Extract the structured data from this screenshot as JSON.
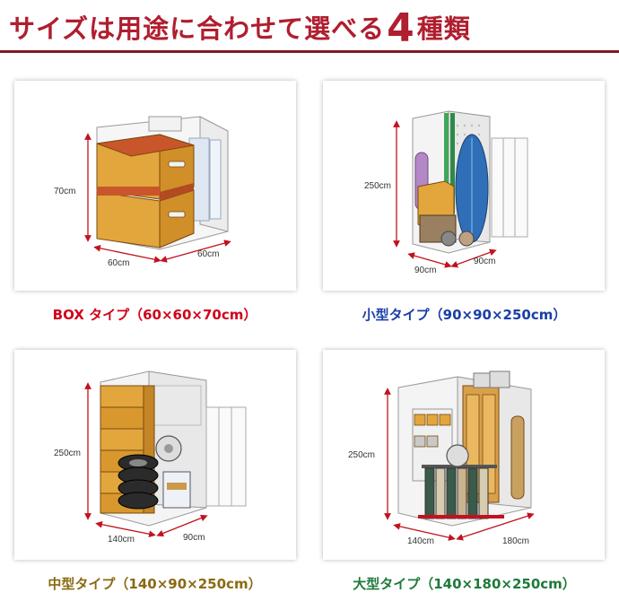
{
  "header": {
    "title_prefix": "サイズは用途に合わせて選べる",
    "title_number": "4",
    "title_suffix": "種類"
  },
  "units": [
    {
      "caption": "BOX タイプ（60×60×70cm）",
      "caption_color": "#d0021b",
      "dims": {
        "height": "70cm",
        "width": "60cm",
        "depth": "60cm"
      }
    },
    {
      "caption": "小型タイプ（90×90×250cm）",
      "caption_color": "#1a3fa8",
      "dims": {
        "height": "250cm",
        "width": "90cm",
        "depth": "90cm"
      }
    },
    {
      "caption": "中型タイプ（140×90×250cm）",
      "caption_color": "#8a6a12",
      "dims": {
        "height": "250cm",
        "width": "140cm",
        "depth": "90cm"
      }
    },
    {
      "caption": "大型タイプ（140×180×250cm）",
      "caption_color": "#1f7a3a",
      "dims": {
        "height": "250cm",
        "width": "140cm",
        "depth": "180cm"
      }
    }
  ],
  "colors": {
    "brand_red": "#b01e2f",
    "rule": "#7e1a22",
    "dimension_arrow": "#c1121f",
    "cardboard": "#e2a63c",
    "tape": "#c9562a"
  }
}
